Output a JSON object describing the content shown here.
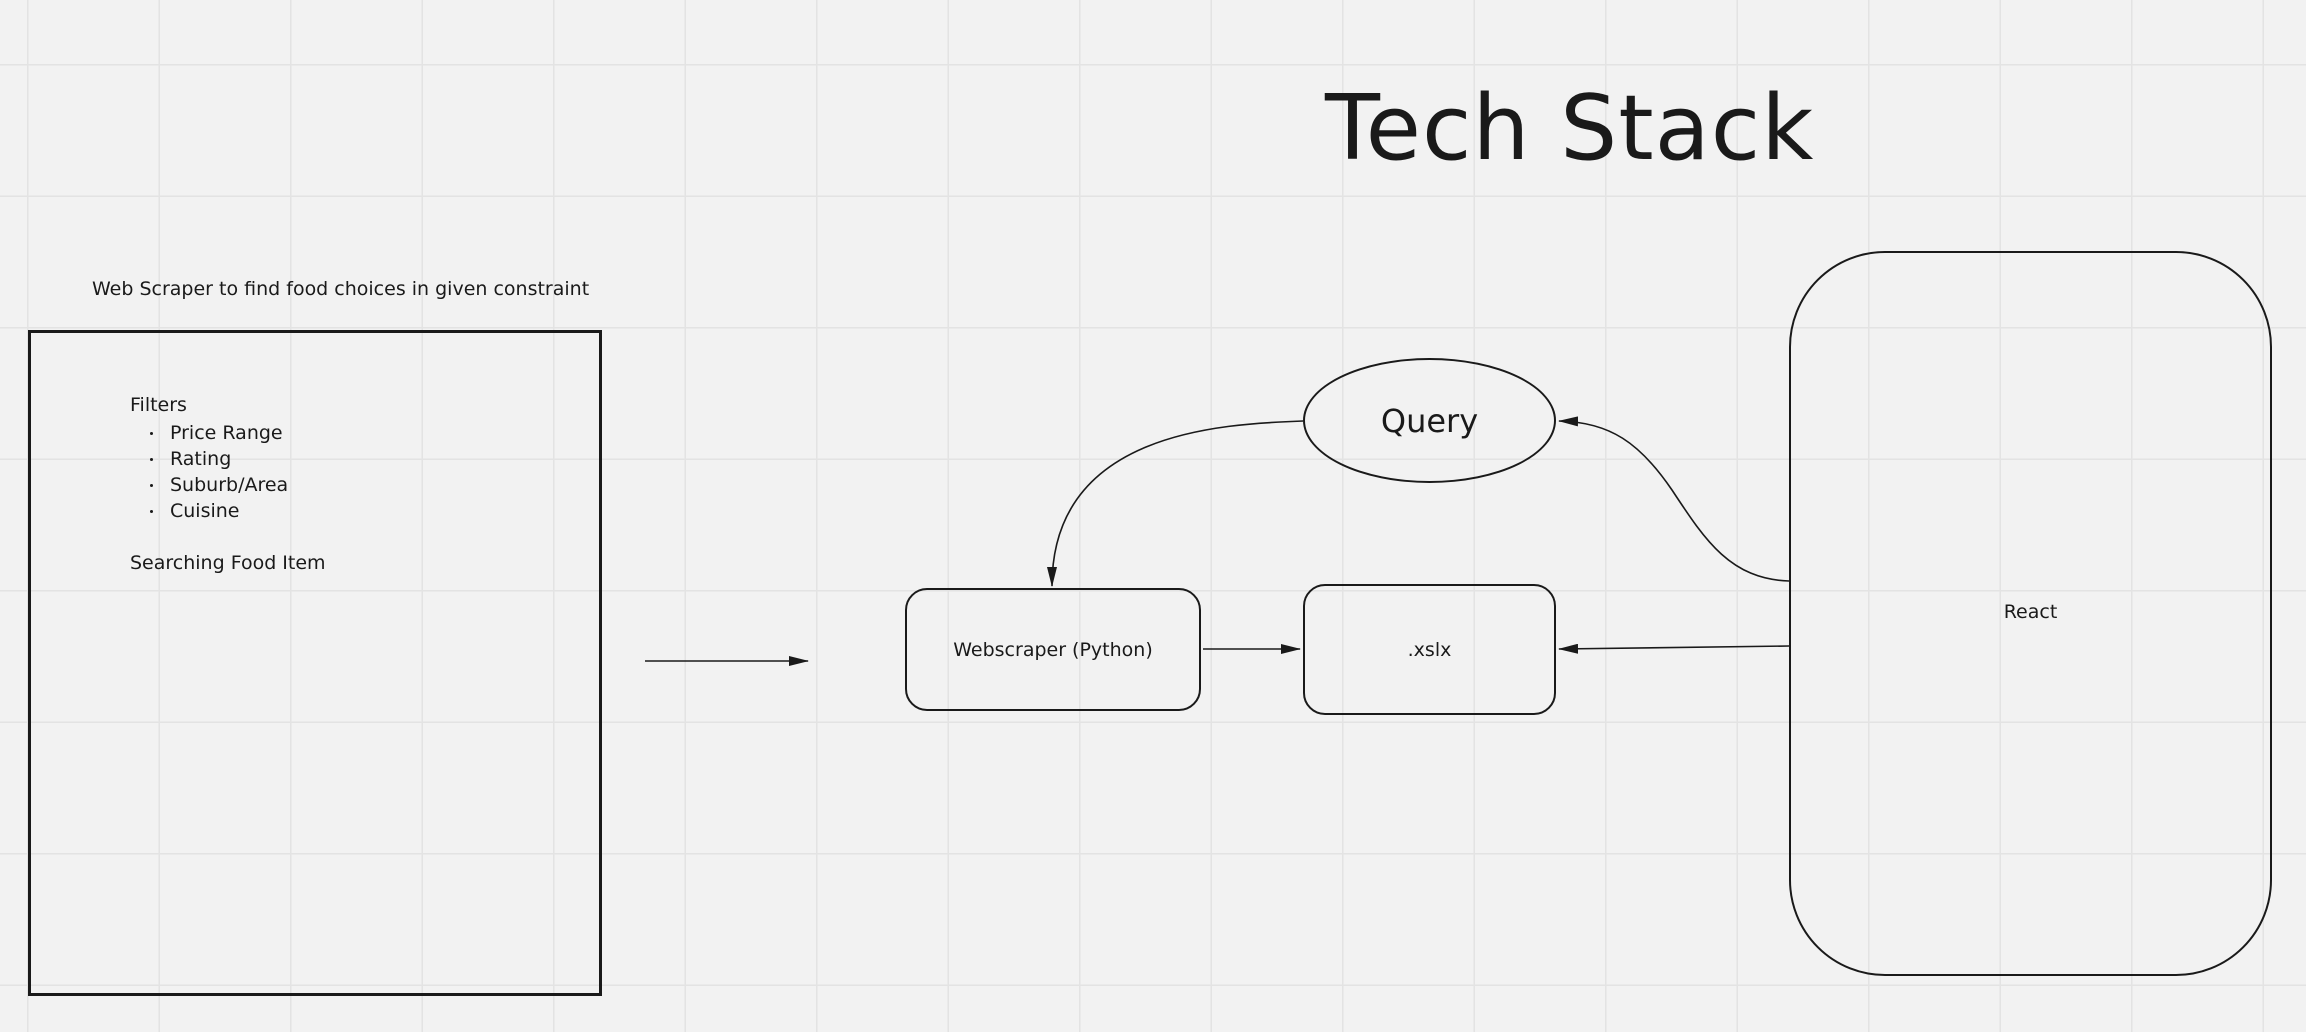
{
  "board": {
    "title": "Tech Stack",
    "description": "Web Scraper to find food choices in given constraint",
    "filters": {
      "heading": "Filters",
      "items": [
        "Price Range",
        "Rating",
        "Suburb/Area",
        "Cuisine"
      ]
    },
    "search_label": "Searching Food Item"
  },
  "nodes": {
    "webscraper": "Webscraper (Python)",
    "xlsx": ".xslx",
    "query": "Query",
    "react": "React"
  },
  "connectors": [
    {
      "from": "standalone-arrow",
      "to": ""
    },
    {
      "from": "Webscraper (Python)",
      "to": ".xslx"
    },
    {
      "from": "React",
      "to": ".xslx"
    },
    {
      "from": "React",
      "to": "Query"
    },
    {
      "from": "Query",
      "to": "Webscraper (Python)"
    }
  ],
  "colors": {
    "background": "#f2f2f2",
    "grid": "#e3e3e3",
    "stroke": "#1a1a1a"
  }
}
